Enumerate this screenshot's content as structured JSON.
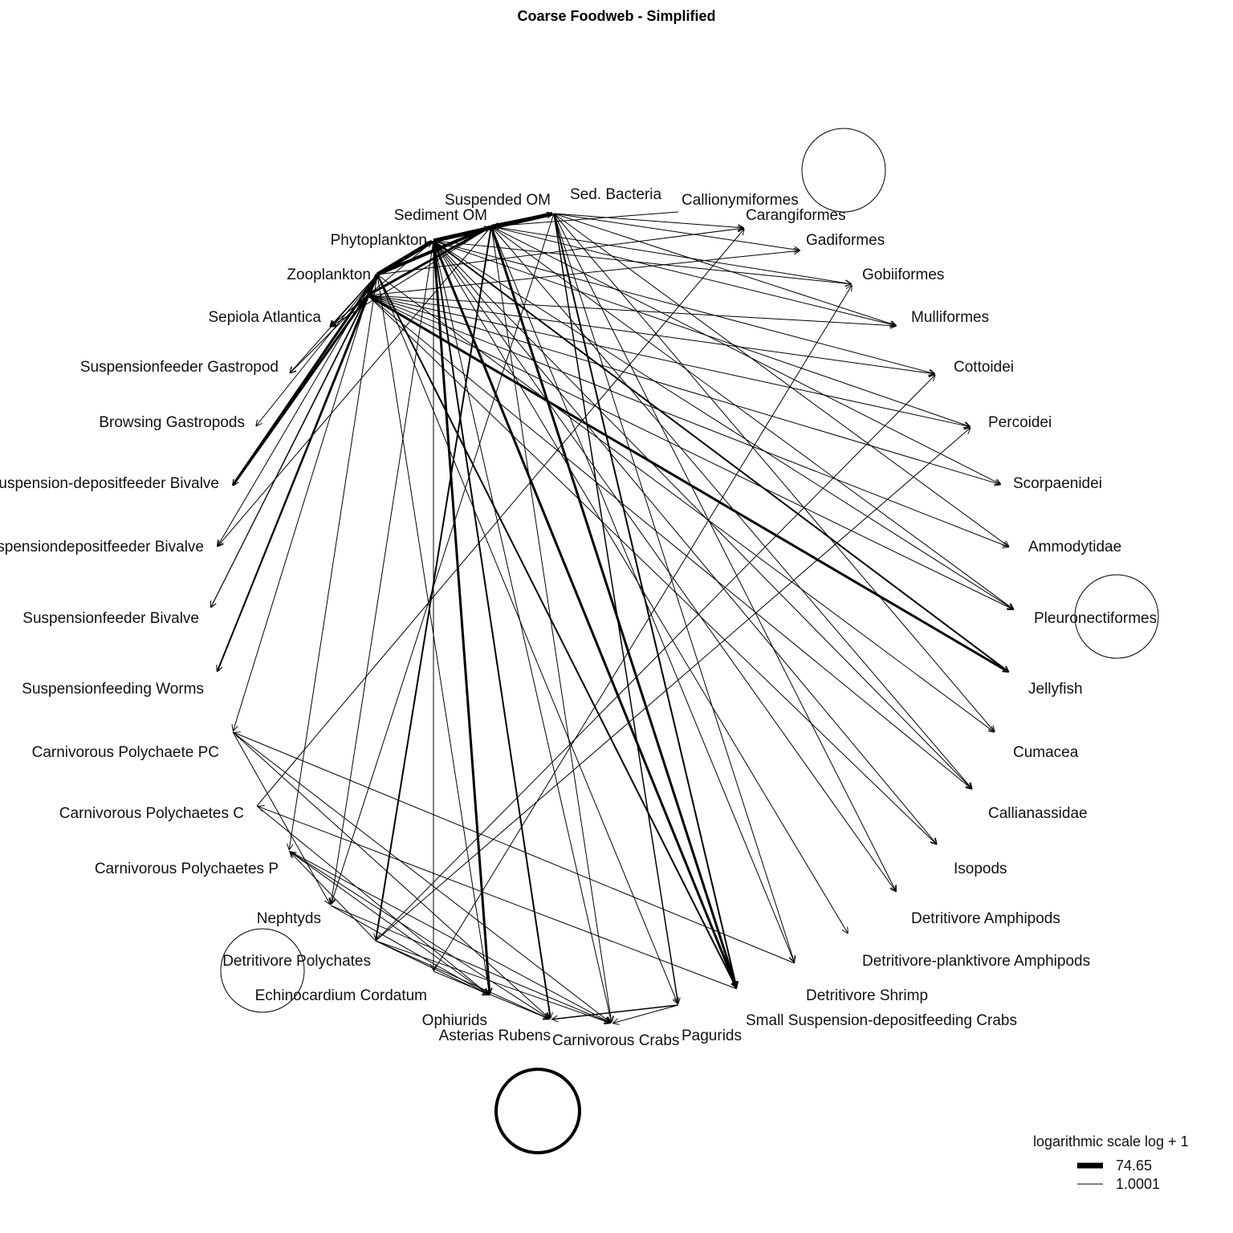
{
  "title": "Coarse Foodweb - Simplified",
  "nodes": [
    "Sed. Bacteria",
    "Suspended OM",
    "Sediment OM",
    "Phytoplankton",
    "Zooplankton",
    "Sepiola Atlantica",
    "Suspensionfeeder Gastropod",
    "Browsing Gastropods",
    "Suspension-depositfeeder Bivalve",
    "Suspensiondepositfeeder Bivalve",
    "Suspensionfeeder Bivalve",
    "Suspensionfeeding Worms",
    "Carnivorous Polychaete PC",
    "Carnivorous Polychaetes C",
    "Carnivorous Polychaetes P",
    "Nephtyds",
    "Detritivore Polychates",
    "Echinocardium Cordatum",
    "Ophiurids",
    "Asterias Rubens",
    "Carnivorous Crabs",
    "Pagurids",
    "Small Suspension-depositfeeding Crabs",
    "Detritivore Shrimp",
    "Detritivore-planktivore Amphipods",
    "Detritivore Amphipods",
    "Isopods",
    "Callianassidae",
    "Cumacea",
    "Jellyfish",
    "Pleuronectiformes",
    "Ammodytidae",
    "Scorpaenidei",
    "Percoidei",
    "Cottoidei",
    "Mulliformes",
    "Gobiiformes",
    "Gadiformes",
    "Carangiformes",
    "Callionymiformes"
  ],
  "self_loops": [
    "Callionymiformes",
    "Pleuronectiformes",
    "Detritivore Polychates",
    "Asterias Rubens"
  ],
  "edges": [
    [
      "Sediment OM",
      "Sed. Bacteria",
      5
    ],
    [
      "Suspended OM",
      "Sed. Bacteria",
      4
    ],
    [
      "Phytoplankton",
      "Sediment OM",
      5
    ],
    [
      "Phytoplankton",
      "Suspended OM",
      4
    ],
    [
      "Phytoplankton",
      "Zooplankton",
      5
    ],
    [
      "Suspended OM",
      "Zooplankton",
      3
    ],
    [
      "Zooplankton",
      "Suspension-depositfeeder Bivalve",
      3
    ],
    [
      "Phytoplankton",
      "Suspension-depositfeeder Bivalve",
      3
    ],
    [
      "Phytoplankton",
      "Suspensionfeeding Worms",
      2
    ],
    [
      "Zooplankton",
      "Suspensionfeeding Worms",
      1.5
    ],
    [
      "Zooplankton",
      "Jellyfish",
      3
    ],
    [
      "Sediment OM",
      "Jellyfish",
      2
    ],
    [
      "Sediment OM",
      "Small Suspension-depositfeeding Crabs",
      3
    ],
    [
      "Suspended OM",
      "Small Suspension-depositfeeding Crabs",
      3
    ],
    [
      "Sed. Bacteria",
      "Small Suspension-depositfeeding Crabs",
      2
    ],
    [
      "Phytoplankton",
      "Small Suspension-depositfeeding Crabs",
      2
    ],
    [
      "Sediment OM",
      "Ophiurids",
      3
    ],
    [
      "Sediment OM",
      "Asterias Rubens",
      2
    ],
    [
      "Suspended OM",
      "Detritivore Polychates",
      2
    ],
    [
      "Sed. Bacteria",
      "Pagurids",
      1.5
    ],
    [
      "Phytoplankton",
      "Sepiola Atlantica",
      1
    ],
    [
      "Phytoplankton",
      "Suspensionfeeder Gastropod",
      1
    ],
    [
      "Zooplankton",
      "Suspensionfeeder Gastropod",
      1
    ],
    [
      "Phytoplankton",
      "Browsing Gastropods",
      1
    ],
    [
      "Suspended OM",
      "Suspensiondepositfeeder Bivalve",
      1
    ],
    [
      "Phytoplankton",
      "Suspensiondepositfeeder Bivalve",
      1
    ],
    [
      "Phytoplankton",
      "Suspensionfeeder Bivalve",
      1
    ],
    [
      "Zooplankton",
      "Suspensionfeeder Bivalve",
      1
    ],
    [
      "Zooplankton",
      "Carnivorous Polychaete PC",
      1
    ],
    [
      "Phytoplankton",
      "Carnivorous Polychaetes P",
      1
    ],
    [
      "Sediment OM",
      "Nephtyds",
      1
    ],
    [
      "Sediment OM",
      "Echinocardium Cordatum",
      1
    ],
    [
      "Sediment OM",
      "Carnivorous Crabs",
      1
    ],
    [
      "Suspended OM",
      "Detritivore Shrimp",
      1
    ],
    [
      "Sediment OM",
      "Detritivore-planktivore Amphipods",
      1
    ],
    [
      "Sed. Bacteria",
      "Detritivore Amphipods",
      1
    ],
    [
      "Sediment OM",
      "Isopods",
      1
    ],
    [
      "Sediment OM",
      "Callianassidae",
      1
    ],
    [
      "Sed. Bacteria",
      "Cumacea",
      1
    ],
    [
      "Zooplankton",
      "Pleuronectiformes",
      1
    ],
    [
      "Sediment OM",
      "Pleuronectiformes",
      1
    ],
    [
      "Sed. Bacteria",
      "Ammodytidae",
      1
    ],
    [
      "Zooplankton",
      "Ammodytidae",
      1
    ],
    [
      "Suspended OM",
      "Scorpaenidei",
      1
    ],
    [
      "Zooplankton",
      "Percoidei",
      1
    ],
    [
      "Sediment OM",
      "Cottoidei",
      1
    ],
    [
      "Zooplankton",
      "Mulliformes",
      1
    ],
    [
      "Suspended OM",
      "Gobiiformes",
      1
    ],
    [
      "Zooplankton",
      "Gadiformes",
      1
    ],
    [
      "Phytoplankton",
      "Carangiformes",
      1
    ],
    [
      "Callionymiformes",
      "Suspended OM",
      1
    ],
    [
      "Sed. Bacteria",
      "Gadiformes",
      1
    ],
    [
      "Sed. Bacteria",
      "Mulliformes",
      1
    ],
    [
      "Sediment OM",
      "Percoidei",
      1
    ],
    [
      "Suspended OM",
      "Pleuronectiformes",
      1
    ],
    [
      "Zooplankton",
      "Cottoidei",
      1
    ],
    [
      "Sediment OM",
      "Gobiiformes",
      1
    ],
    [
      "Zooplankton",
      "Scorpaenidei",
      1
    ],
    [
      "Phytoplankton",
      "Cumacea",
      1
    ],
    [
      "Detritivore Polychates",
      "Cottoidei",
      1
    ],
    [
      "Detritivore Polychates",
      "Percoidei",
      1
    ],
    [
      "Echinocardium Cordatum",
      "Gobiiformes",
      1
    ],
    [
      "Carnivorous Polychaetes C",
      "Carangiformes",
      1
    ],
    [
      "Carnivorous Polychaete PC",
      "Carnivorous Crabs",
      1
    ],
    [
      "Carnivorous Polychaete PC",
      "Asterias Rubens",
      1
    ],
    [
      "Carnivorous Polychaete PC",
      "Nephtyds",
      1
    ],
    [
      "Carnivorous Polychaetes C",
      "Ophiurids",
      1
    ],
    [
      "Carnivorous Polychaetes P",
      "Asterias Rubens",
      1
    ],
    [
      "Carnivorous Polychaetes P",
      "Carnivorous Crabs",
      1
    ],
    [
      "Nephtyds",
      "Carnivorous Crabs",
      1
    ],
    [
      "Nephtyds",
      "Ophiurids",
      1
    ],
    [
      "Detritivore Polychates",
      "Carnivorous Crabs",
      1
    ],
    [
      "Detritivore Polychates",
      "Asterias Rubens",
      1
    ],
    [
      "Detritivore Polychates",
      "Ophiurids",
      1
    ],
    [
      "Echinocardium Cordatum",
      "Asterias Rubens",
      1
    ],
    [
      "Pagurids",
      "Asterias Rubens",
      1.5
    ],
    [
      "Pagurids",
      "Carnivorous Crabs",
      1
    ],
    [
      "Detritivore Shrimp",
      "Carnivorous Polychaete PC",
      1
    ],
    [
      "Small Suspension-depositfeeding Crabs",
      "Carnivorous Polychaetes C",
      1
    ],
    [
      "Detritivore Polychates",
      "Carnivorous Polychaetes P",
      1
    ],
    [
      "Ophiurids",
      "Carnivorous Polychaetes P",
      1
    ],
    [
      "Sed. Bacteria",
      "Nephtyds",
      1
    ],
    [
      "Suspended OM",
      "Carnivorous Crabs",
      1
    ],
    [
      "Phytoplankton",
      "Ophiurids",
      1
    ],
    [
      "Sediment OM",
      "Detritivore Amphipods",
      1
    ],
    [
      "Zooplankton",
      "Isopods",
      1
    ],
    [
      "Sed. Bacteria",
      "Detritivore Shrimp",
      1
    ],
    [
      "Suspended OM",
      "Callianassidae",
      1
    ],
    [
      "Phytoplankton",
      "Pagurids",
      1
    ],
    [
      "Zooplankton",
      "Callianassidae",
      1
    ],
    [
      "Sediment OM",
      "Sepiola Atlantica",
      1
    ],
    [
      "Suspended OM",
      "Sepiola Atlantica",
      1
    ],
    [
      "Zooplankton",
      "Sepiola Atlantica",
      1
    ],
    [
      "Sed. Bacteria",
      "Carangiformes",
      1
    ],
    [
      "Suspended OM",
      "Mulliformes",
      1
    ]
  ],
  "legend": {
    "title": "logarithmic scale log + 1",
    "items": [
      {
        "label": "74.65",
        "width": 7
      },
      {
        "label": "1.0001",
        "width": 1
      }
    ]
  }
}
